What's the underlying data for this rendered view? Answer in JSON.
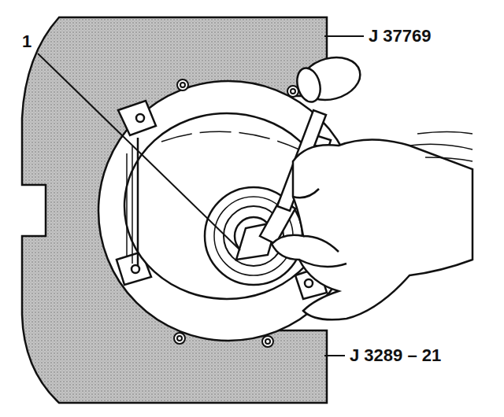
{
  "diagram": {
    "labels": [
      "1",
      "J 37769",
      "J 3289 – 21"
    ]
  }
}
